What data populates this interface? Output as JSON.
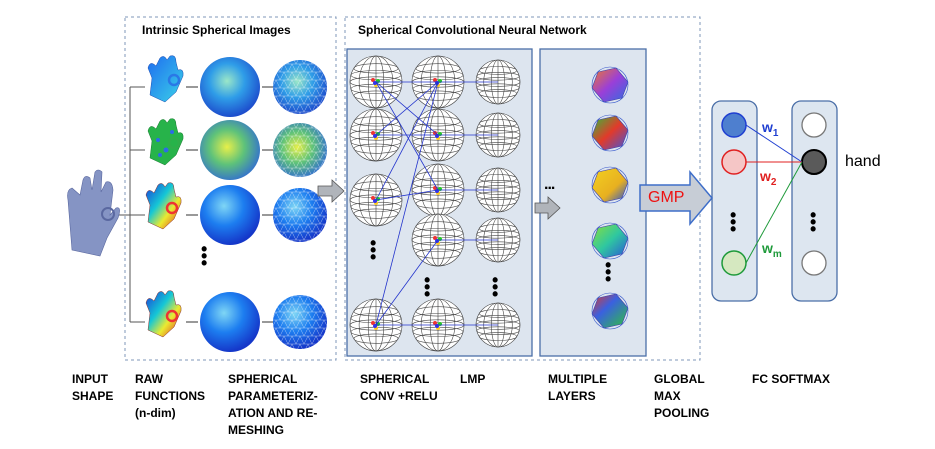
{
  "panels": {
    "intrinsic_title": "Intrinsic Spherical Images",
    "cnn_title": "Spherical Convolutional Neural Network"
  },
  "gmp_label": "GMP",
  "output_label": "hand",
  "weights": [
    {
      "base": "w",
      "sub": "1",
      "color": "#1f3fd1"
    },
    {
      "base": "w",
      "sub": "2",
      "color": "#e02020"
    },
    {
      "base": "w",
      "sub": "m",
      "color": "#1e9a3a"
    }
  ],
  "ellipsis": "...",
  "column_labels": [
    {
      "lines": [
        "INPUT",
        "SHAPE"
      ]
    },
    {
      "lines": [
        "RAW",
        "FUNCTIONS",
        "(n-dim)"
      ]
    },
    {
      "lines": [
        "SPHERICAL",
        "PARAMETERIZ-",
        "ATION AND RE-",
        "MESHING"
      ]
    },
    {
      "lines": [
        "SPHERICAL",
        "CONV +RELU"
      ]
    },
    {
      "lines": [
        "LMP"
      ]
    },
    {
      "lines": [
        "MULTIPLE",
        "LAYERS"
      ]
    },
    {
      "lines": [
        "GLOBAL",
        "MAX",
        "POOLING"
      ]
    },
    {
      "lines": [
        "FC SOFTMAX"
      ]
    }
  ],
  "colors": {
    "panel_fill": "#dde5ef",
    "panel_border": "#4b6fa8",
    "fc_panel_fill": "#dde6f0",
    "arrow_fill": "#b0b4ba",
    "gmp_arrow_fill": "#c7cdd6",
    "gmp_arrow_border": "#3e6ec9",
    "node_blue": "#4e7fcf",
    "node_red": "#f5c6c6",
    "node_green": "#d5e8c0",
    "node_out_active": "#5a5a5a"
  }
}
